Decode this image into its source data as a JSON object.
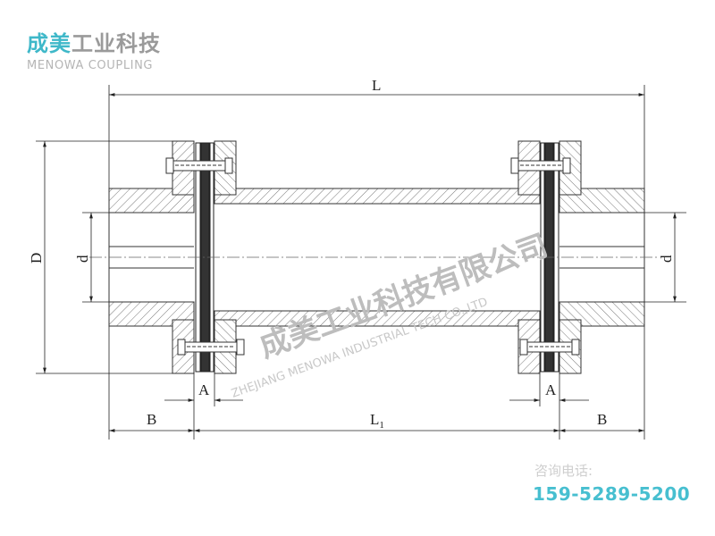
{
  "brand": {
    "logo_cn_part1": "成美",
    "logo_cn_part2": "工业科技",
    "logo_en": "MENOWA COUPLING",
    "accent_color": "#3fb8c9"
  },
  "watermark": {
    "cn": "成美工业科技有限公司",
    "en": "ZHEJIANG MENOWA INDUSTRIAL TECH CO.,LTD"
  },
  "dimensions": {
    "overall_length": "L",
    "flange_diameter": "D",
    "bore_left": "d",
    "bore_right": "d",
    "gap_left": "A",
    "gap_right": "A",
    "hub_left": "B",
    "hub_right": "B",
    "spacer_length": "L",
    "spacer_length_sub": "1"
  },
  "contact": {
    "label": "咨询电话:",
    "phone": "159-5289-5200"
  }
}
